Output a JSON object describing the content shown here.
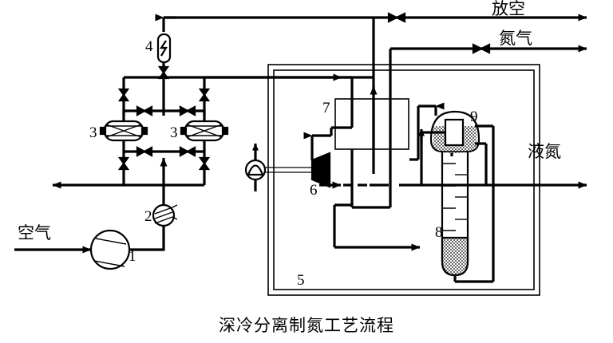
{
  "diagram": {
    "title": "深冷分离制氮工艺流程",
    "title_translation_hint": "cryogenic-separation-nitrogen-production-process-flow",
    "type": "process-flow-diagram",
    "background_color": "#ffffff",
    "line_color": "#000000"
  },
  "stream_labels": {
    "feed_air": "空气",
    "vent": "放空",
    "nitrogen_gas": "氮气",
    "liquid_nitrogen": "液氮"
  },
  "equipment": [
    {
      "tag": "1",
      "name": "air-compressor",
      "label": "1"
    },
    {
      "tag": "2",
      "name": "aftercooler",
      "label": "2"
    },
    {
      "tag": "3",
      "name": "adsorber-left",
      "label": "3"
    },
    {
      "tag": "3b",
      "name": "adsorber-right",
      "label": "3"
    },
    {
      "tag": "4",
      "name": "electric-heater",
      "label": "4"
    },
    {
      "tag": "5",
      "name": "cold-box",
      "label": "5"
    },
    {
      "tag": "6",
      "name": "turbo-expander",
      "label": "6"
    },
    {
      "tag": "7",
      "name": "main-heat-exchanger",
      "label": "7"
    },
    {
      "tag": "8",
      "name": "distillation-column",
      "label": "8"
    },
    {
      "tag": "9",
      "name": "condenser",
      "label": "9"
    }
  ],
  "tags": {
    "t1": "1",
    "t2": "2",
    "t3a": "3",
    "t3b": "3",
    "t4": "4",
    "t5": "5",
    "t6": "6",
    "t7": "7",
    "t8": "8",
    "t9": "9"
  }
}
